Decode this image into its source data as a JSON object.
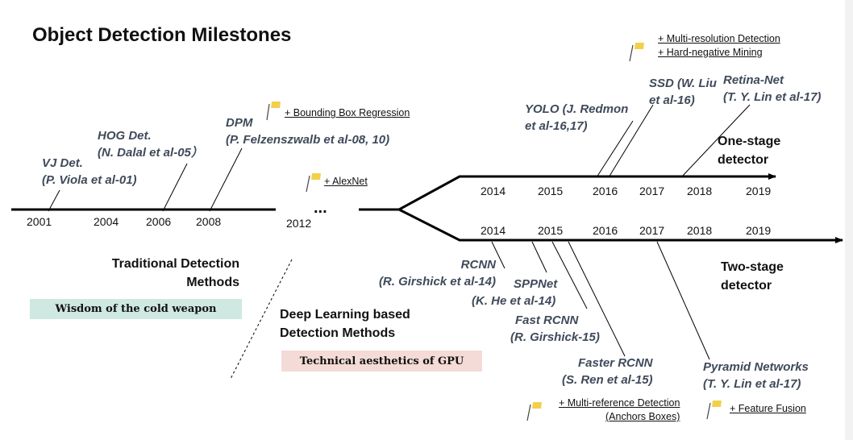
{
  "title": "Object Detection Milestones",
  "colors": {
    "text": "#3f4a5a",
    "line": "#000000",
    "flag": "#f3cf4a",
    "badge_green": "#cfe8e2",
    "badge_pink": "#f4dbd7"
  },
  "main_timeline": {
    "years": [
      "2001",
      "2004",
      "2006",
      "2008",
      "2012"
    ],
    "ellipsis": "..."
  },
  "traditional": {
    "label_line1": "Traditional Detection",
    "label_line2": "Methods",
    "badge": "Wisdom of the cold weapon",
    "milestones": [
      {
        "line1": "VJ Det.",
        "line2": "(P. Viola et al-01)"
      },
      {
        "line1": "HOG Det.",
        "line2": "(N. Dalal et al-05）"
      },
      {
        "line1": "DPM",
        "line2": "(P. Felzenszwalb et al-08, 10)"
      }
    ],
    "notes": {
      "bbox": "+ Bounding Box Regression",
      "alexnet": "+ AlexNet"
    }
  },
  "deep": {
    "label_line1": "Deep Learning based",
    "label_line2": "Detection Methods",
    "badge": "Technical aesthetics of GPU"
  },
  "one_stage": {
    "label_line1": "One-stage",
    "label_line2": "detector",
    "years": [
      "2014",
      "2015",
      "2016",
      "2017",
      "2018",
      "2019"
    ],
    "milestones": [
      {
        "line1": "YOLO (J. Redmon",
        "line2": "et al-16,17)"
      },
      {
        "line1": "SSD (W. Liu",
        "line2": "et al-16)"
      },
      {
        "line1": "Retina-Net",
        "line2": "(T. Y. Lin et al-17)"
      }
    ],
    "notes": {
      "line1": "+ Multi-resolution Detection",
      "line2": "+ Hard-negative Mining"
    }
  },
  "two_stage": {
    "label_line1": "Two-stage",
    "label_line2": "detector",
    "years": [
      "2014",
      "2015",
      "2016",
      "2017",
      "2018",
      "2019"
    ],
    "milestones": [
      {
        "line1": "RCNN",
        "line2": "(R. Girshick et al-14)"
      },
      {
        "line1": "SPPNet",
        "line2": "(K. He et al-14)"
      },
      {
        "line1": "Fast RCNN",
        "line2": "(R. Girshick-15)"
      },
      {
        "line1": "Faster RCNN",
        "line2": "(S. Ren et al-15)"
      },
      {
        "line1": "Pyramid Networks",
        "line2": "(T. Y. Lin et al-17)"
      }
    ],
    "notes": {
      "multiref": "+ Multi-reference Detection",
      "anchors": "(Anchors Boxes)",
      "fusion": "+ Feature Fusion"
    }
  }
}
